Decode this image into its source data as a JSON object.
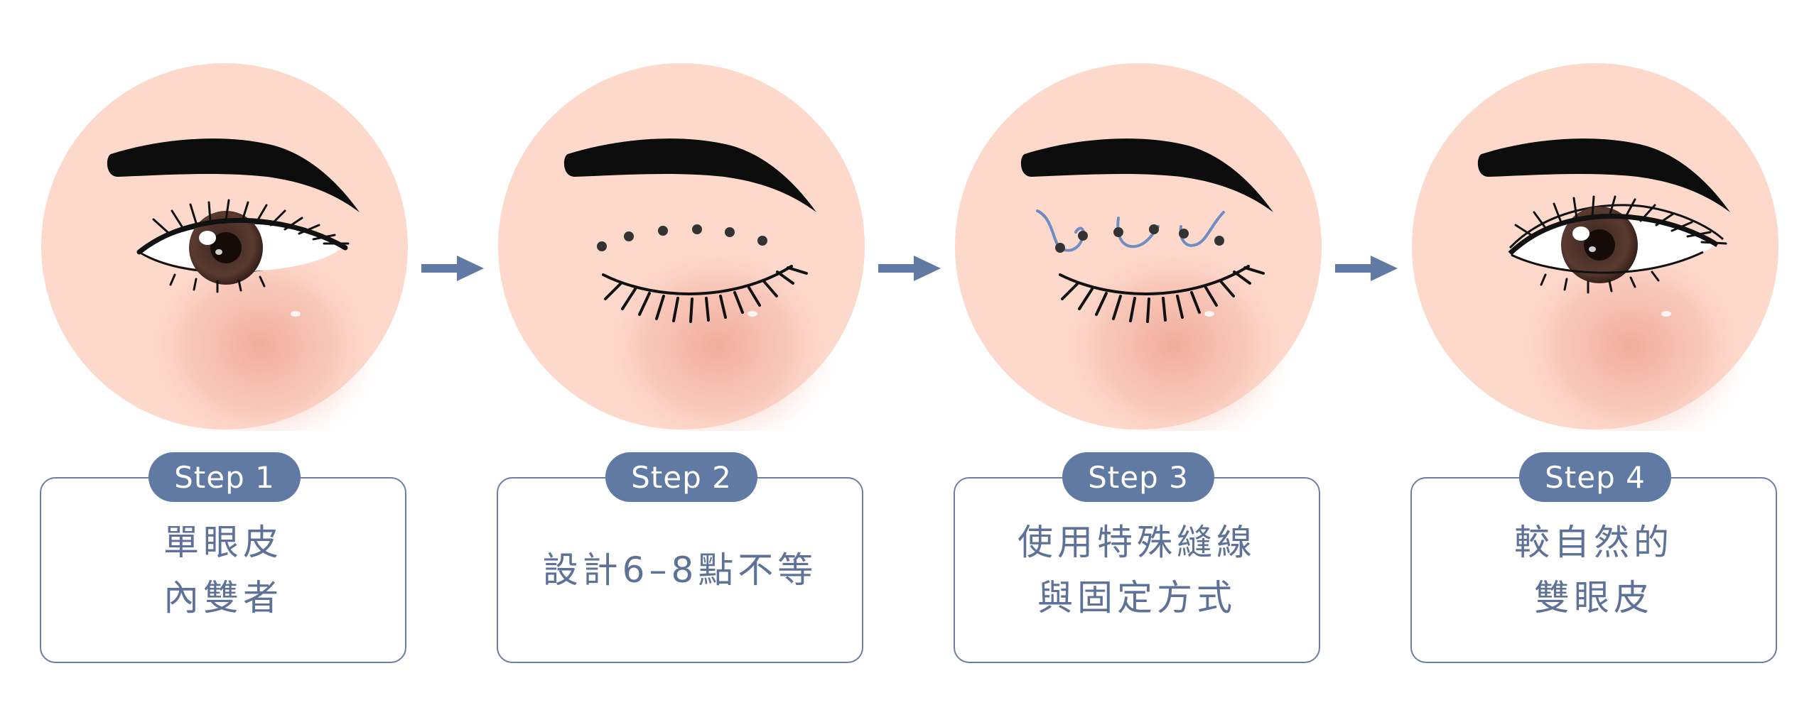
{
  "colors": {
    "skin": "#fdd9cc",
    "cheek": "#f0a898",
    "accent": "#607aa3",
    "text": "#5e7299",
    "suture": "#6f8cc4"
  },
  "steps": [
    {
      "label": "Step 1",
      "lines": [
        "單眼皮",
        "內雙者"
      ],
      "eye": "single-eyelid"
    },
    {
      "label": "Step 2",
      "lines": [
        "設計6–8點不等"
      ],
      "eye": "closed-with-dots"
    },
    {
      "label": "Step 3",
      "lines": [
        "使用特殊縫線",
        "與固定方式"
      ],
      "eye": "closed-with-sutures"
    },
    {
      "label": "Step 4",
      "lines": [
        "較自然的",
        "雙眼皮"
      ],
      "eye": "double-eyelid"
    }
  ]
}
